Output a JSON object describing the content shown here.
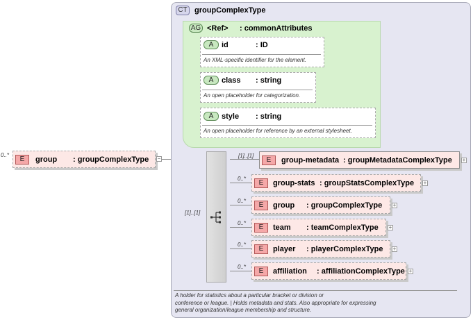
{
  "root": {
    "cardinality": "0..*",
    "badge": "E",
    "name": "group",
    "type": ": groupComplexType",
    "toggle": "−"
  },
  "complex_type": {
    "badge": "CT",
    "name": "groupComplexType",
    "documentation": [
      "A holder for statistics about a particular bracket or division or",
      "conference or league. | Holds metadata and stats. Also appropriate for expressing",
      "general organization/league membership and structure."
    ]
  },
  "attribute_group": {
    "badge": "AG",
    "ref_label": "<Ref>",
    "name": ": commonAttributes",
    "attributes": [
      {
        "badge": "A",
        "name": "id",
        "type": ": ID",
        "doc": "An XML-specific identifier for the element."
      },
      {
        "badge": "A",
        "name": "class",
        "type": ": string",
        "doc": "An open placeholder for categorization."
      },
      {
        "badge": "A",
        "name": "style",
        "type": ": string",
        "doc": "An open placeholder for reference by an external stylesheet."
      }
    ]
  },
  "sequence": {
    "cardinality": "[1]..[1]",
    "elements": [
      {
        "cardinality": "[1]..[1]",
        "badge": "E",
        "name": "group-metadata",
        "type": ": groupMetadataComplexType",
        "expand": "+"
      },
      {
        "cardinality": "0..*",
        "badge": "E",
        "name": "group-stats",
        "type": ": groupStatsComplexType",
        "expand": "+"
      },
      {
        "cardinality": "0..*",
        "badge": "E",
        "name": "group",
        "type": ": groupComplexType",
        "expand": "+"
      },
      {
        "cardinality": "0..*",
        "badge": "E",
        "name": "team",
        "type": ": teamComplexType",
        "expand": "+"
      },
      {
        "cardinality": "0..*",
        "badge": "E",
        "name": "player",
        "type": ": playerComplexType",
        "expand": "+"
      },
      {
        "cardinality": "0..*",
        "badge": "E",
        "name": "affiliation",
        "type": ": affiliationComplexType",
        "expand": "+"
      }
    ]
  }
}
